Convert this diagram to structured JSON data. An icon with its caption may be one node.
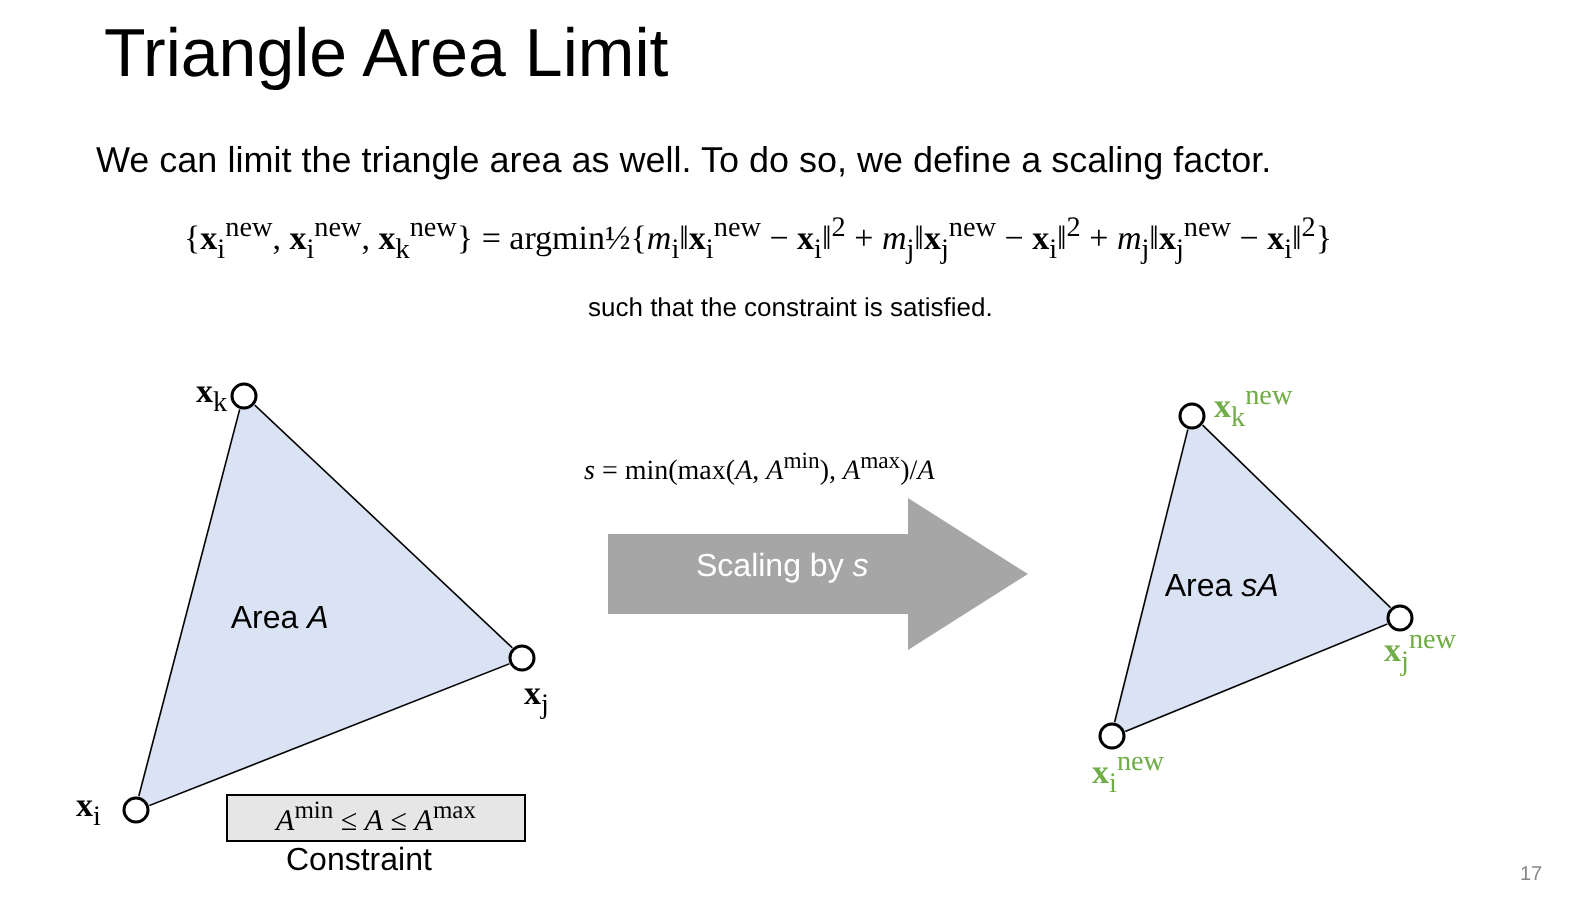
{
  "diagram": {
    "title": "Triangle Area Limit",
    "nodes": [
      {
        "text": [
          "Area *A*"
        ]
      },
      {
        "text": [],
        "shape": "circle",
        "beside": [
          "**x**$_{k}$"
        ]
      },
      {
        "text": [],
        "shape": "circle",
        "beside": [
          "**x**$_{j}$"
        ]
      },
      {
        "text": [],
        "shape": "circle",
        "beside": [
          "**x**$_{i}$"
        ]
      },
      {
        "text": [
          "*A*$^{min}$ ≤ *A* ≤ *A*$^{max}$"
        ],
        "beside": [
          "Constraint"
        ]
      },
      {
        "text": [
          "Scaling by *s*"
        ]
      },
      {
        "text": [
          "Area *sA*"
        ]
      },
      {
        "text": [],
        "shape": "circle",
        "beside": [
          "**x**$_{k}$$^{new}$"
        ]
      },
      {
        "text": [],
        "shape": "circle",
        "beside": [
          "**x**$_{j}$$^{new}$"
        ]
      },
      {
        "text": [],
        "shape": "circle",
        "beside": [
          "**x**$_{i}$$^{new}$"
        ]
      }
    ],
    "edges": [
      {
        "from": 1,
        "to": 2,
        "arrow": "none"
      },
      {
        "from": 2,
        "to": 3,
        "arrow": "none"
      },
      {
        "from": 3,
        "to": 1,
        "arrow": "none"
      },
      {
        "from": 7,
        "to": 8,
        "arrow": "none"
      },
      {
        "from": 8,
        "to": 9,
        "arrow": "none"
      },
      {
        "from": 9,
        "to": 7,
        "arrow": "none"
      }
    ],
    "labels": [
      "We can limit the triangle area as well.  To do so, we define a scaling factor.",
      "{**x**$_{i}$$^{new}$, **x**$_{i}$$^{new}$, **x**$_{k}$$^{new}$}  =  argmin½{*m*$_{i}$‖**x**$_{i}$$^{new}$ − **x**$_{i}$‖$^{2}$ + *m*$_{j}$‖**x**$_{j}$$^{new}$ − **x**$_{i}$‖$^{2}$ + *m*$_{j}$‖**x**$_{j}$$^{new}$ − **x**$_{i}$‖$^{2}$}",
      "such that the constraint is satisfied.",
      "*s* = min(max(*A*, *A*$^{min}$), *A*$^{max}$)/*A*",
      "17"
    ]
  }
}
